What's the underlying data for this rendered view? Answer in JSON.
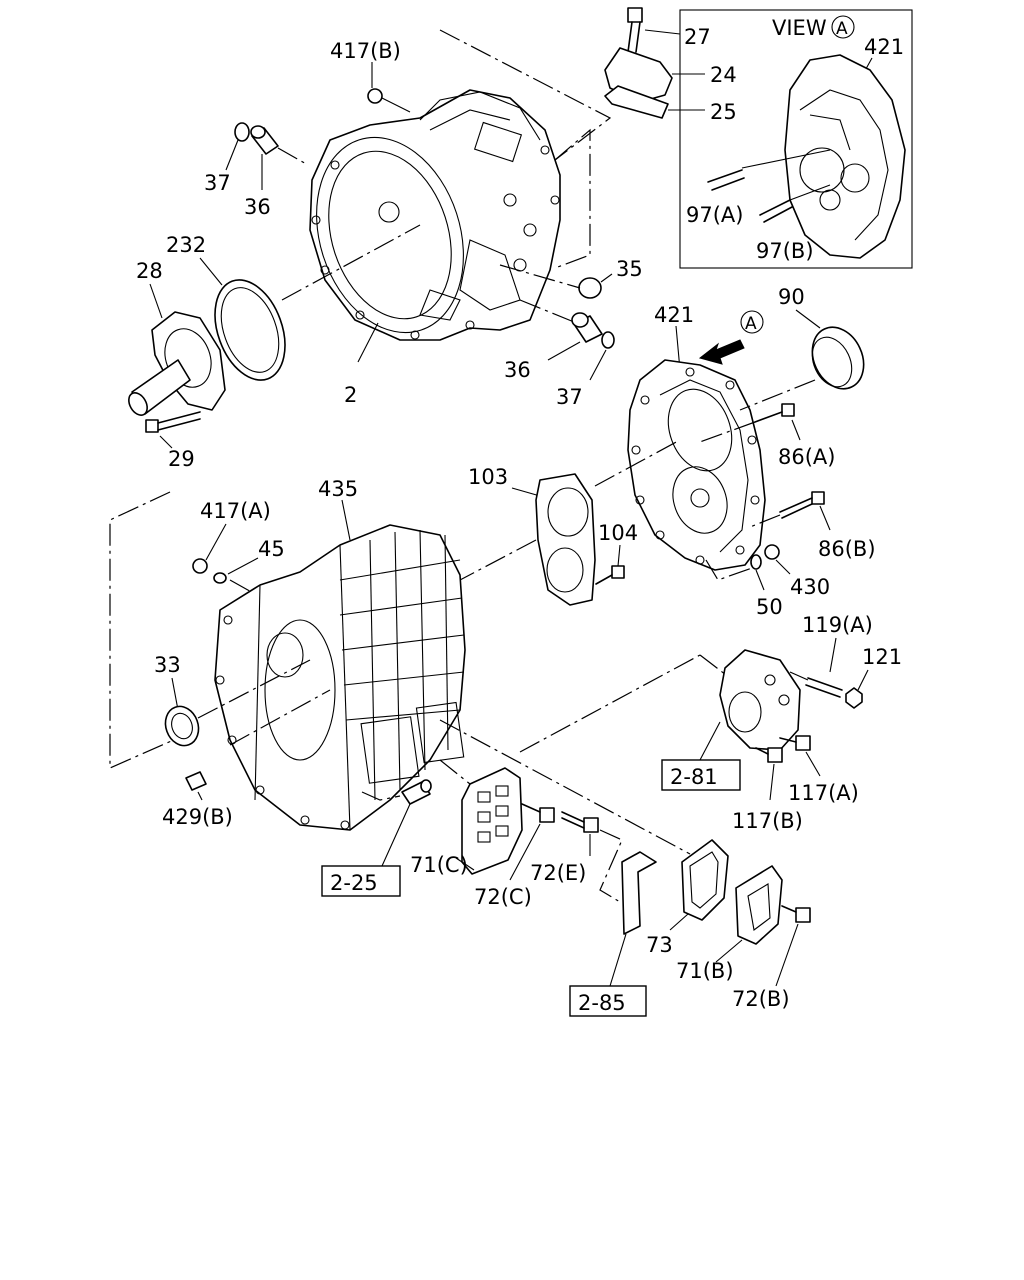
{
  "view_box": {
    "title": "VIEW",
    "marker": "A",
    "part": "421",
    "stud_a": "97(A)",
    "stud_b": "97(B)"
  },
  "view_arrow": {
    "marker": "A"
  },
  "labels": {
    "p417b": "417(B)",
    "p27": "27",
    "p24": "24",
    "p25": "25",
    "p37a": "37",
    "p36a": "36",
    "p232": "232",
    "p28": "28",
    "p2": "2",
    "p35": "35",
    "p36b": "36",
    "p37b": "37",
    "p29": "29",
    "p421": "421",
    "p90": "90",
    "p86a": "86(A)",
    "p86b": "86(B)",
    "p103": "103",
    "p104": "104",
    "p430": "430",
    "p50": "50",
    "p417a": "417(A)",
    "p45": "45",
    "p435": "435",
    "p33": "33",
    "p429b": "429(B)",
    "p119a": "119(A)",
    "p121": "121",
    "p117a": "117(A)",
    "p117b": "117(B)",
    "p71c": "71(C)",
    "p72c": "72(C)",
    "p72e": "72(E)",
    "p73": "73",
    "p71b": "71(B)",
    "p72b": "72(B)"
  },
  "refs": {
    "r281": "2-81",
    "r225": "2-25",
    "r285": "2-85"
  }
}
